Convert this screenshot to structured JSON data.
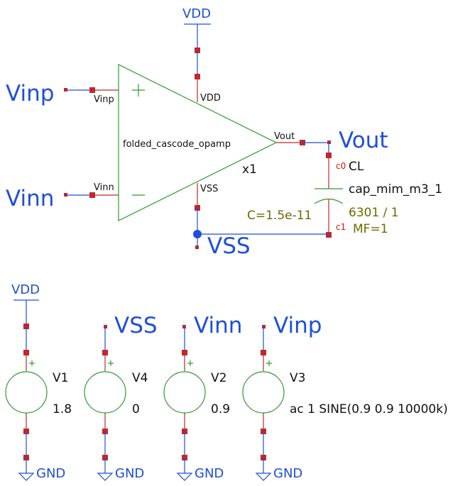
{
  "nets": {
    "vdd_top": "VDD",
    "vinp": "Vinp",
    "vinn": "Vinn",
    "vout": "Vout",
    "vss": "VSS"
  },
  "opamp": {
    "name": "folded_cascode_opamp",
    "instance": "x1",
    "pin_vinp": "Vinp",
    "pin_vinn": "Vinn",
    "pin_vdd": "VDD",
    "pin_vss": "VSS",
    "pin_vout": "Vout",
    "plus_sign": "+",
    "minus_sign": "—"
  },
  "capacitor": {
    "name": "CL",
    "model": "cap_mim_m3_1",
    "size": "6301 / 1",
    "mf": "MF=1",
    "value": "C=1.5e-11",
    "pin0": "c0",
    "pin1": "c1"
  },
  "sources": [
    {
      "top_net": "VDD",
      "name": "V1",
      "value": "1.8",
      "gnd": "GND"
    },
    {
      "top_net": "VSS",
      "name": "V4",
      "value": "0",
      "gnd": "GND"
    },
    {
      "top_net": "Vinn",
      "name": "V2",
      "value": "0.9",
      "gnd": "GND"
    },
    {
      "top_net": "Vinp",
      "name": "V3",
      "value": "ac 1 SINE(0.9 0.9 10000k)",
      "gnd": "GND"
    }
  ],
  "colors": {
    "net_label": "#1f4fd6",
    "wire": "#1f4fd6",
    "pin_stub": "#c0282a",
    "symbol": "#2f9a2f",
    "param_text": "#6b6b00",
    "cap_pin_text": "#e01010"
  }
}
